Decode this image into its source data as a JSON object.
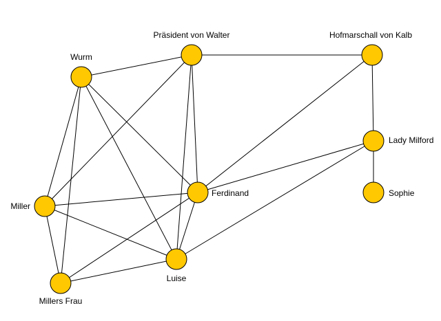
{
  "diagram": {
    "node_color": "#FFC800",
    "edge_color": "#000000",
    "nodes": [
      {
        "id": "praesident",
        "label": "Präsident von Walter"
      },
      {
        "id": "hofmarschall",
        "label": "Hofmarschall von Kalb"
      },
      {
        "id": "wurm",
        "label": "Wurm"
      },
      {
        "id": "lady",
        "label": "Lady Milford"
      },
      {
        "id": "ferdinand",
        "label": "Ferdinand"
      },
      {
        "id": "sophie",
        "label": "Sophie"
      },
      {
        "id": "miller",
        "label": "Miller"
      },
      {
        "id": "luise",
        "label": "Luise"
      },
      {
        "id": "millersfrau",
        "label": "Millers Frau"
      }
    ],
    "edges": [
      [
        "wurm",
        "praesident"
      ],
      [
        "praesident",
        "hofmarschall"
      ],
      [
        "hofmarschall",
        "lady"
      ],
      [
        "lady",
        "sophie"
      ],
      [
        "wurm",
        "miller"
      ],
      [
        "wurm",
        "millersfrau"
      ],
      [
        "wurm",
        "ferdinand"
      ],
      [
        "wurm",
        "luise"
      ],
      [
        "praesident",
        "miller"
      ],
      [
        "praesident",
        "ferdinand"
      ],
      [
        "praesident",
        "luise"
      ],
      [
        "hofmarschall",
        "ferdinand"
      ],
      [
        "lady",
        "ferdinand"
      ],
      [
        "lady",
        "luise"
      ],
      [
        "miller",
        "ferdinand"
      ],
      [
        "miller",
        "luise"
      ],
      [
        "miller",
        "millersfrau"
      ],
      [
        "ferdinand",
        "luise"
      ],
      [
        "ferdinand",
        "millersfrau"
      ],
      [
        "luise",
        "millersfrau"
      ]
    ]
  }
}
